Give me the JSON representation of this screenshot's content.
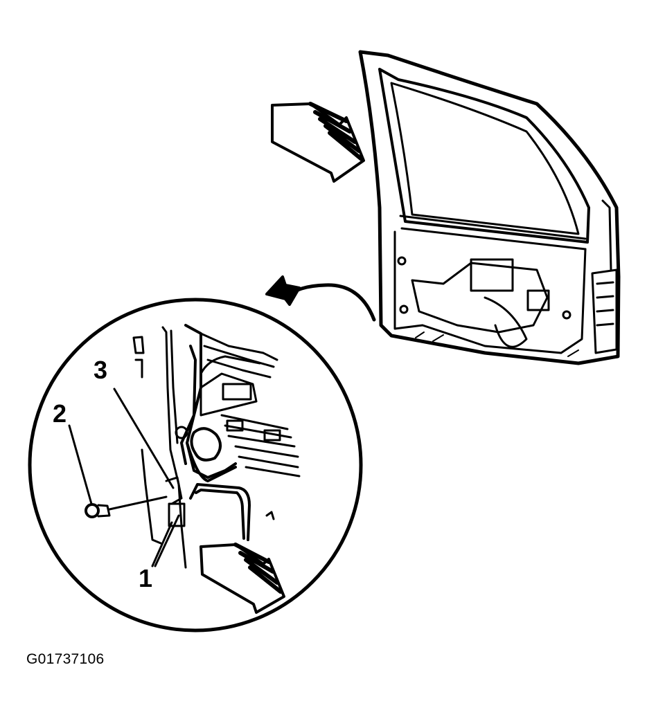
{
  "figure_id": "G01737106",
  "callouts": {
    "c1": "1",
    "c2": "2",
    "c3": "3"
  },
  "colors": {
    "ink": "#000000",
    "paper": "#ffffff"
  }
}
